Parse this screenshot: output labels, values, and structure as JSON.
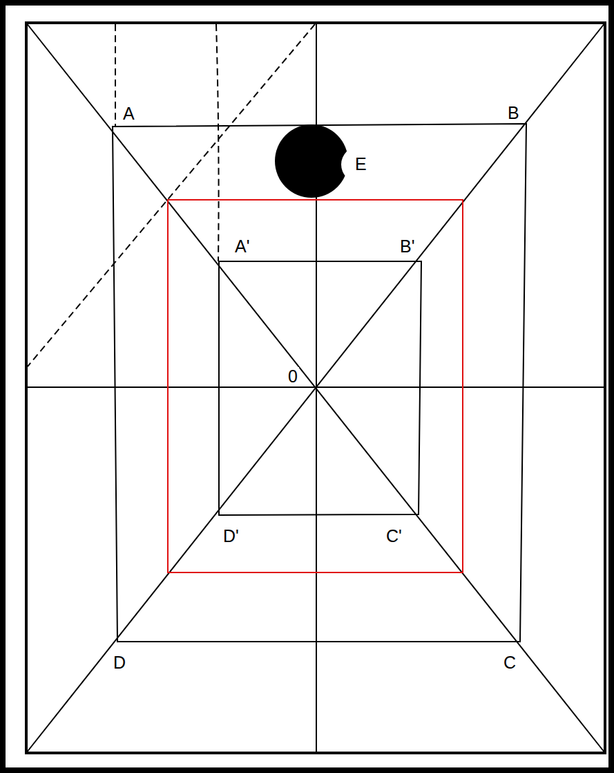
{
  "diagram": {
    "labels": [
      "A",
      "B",
      "E",
      "A'",
      "B'",
      "0",
      "D'",
      "C'",
      "D",
      "C"
    ]
  }
}
